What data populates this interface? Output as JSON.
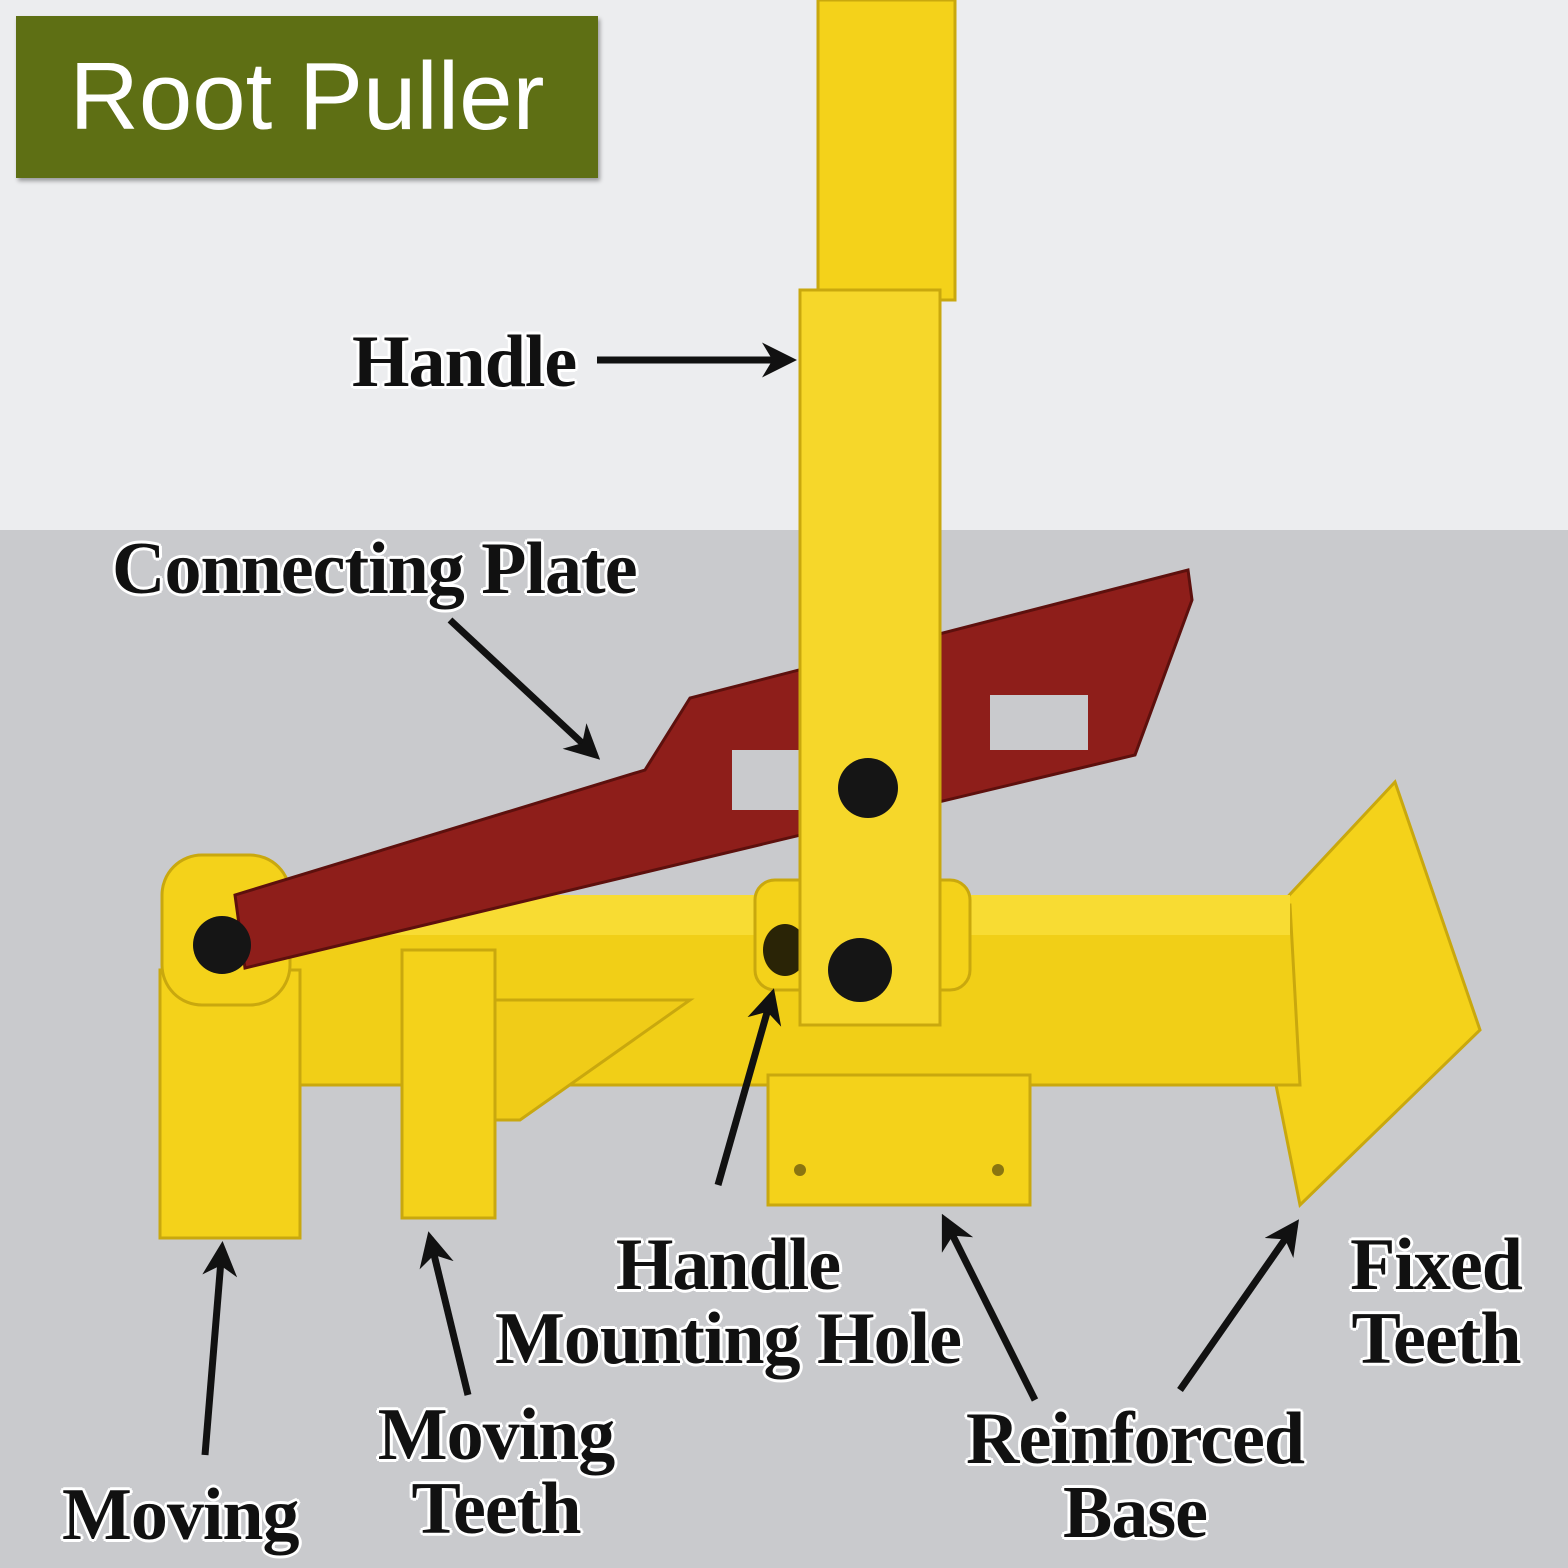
{
  "title": "Root Puller",
  "labels": {
    "handle": "Handle",
    "connecting_plate": "Connecting Plate",
    "handle_mounting_hole": [
      "Handle",
      "Mounting Hole"
    ],
    "fixed_teeth": [
      "Fixed",
      "Teeth"
    ],
    "moving": "Moving",
    "moving_teeth": [
      "Moving",
      "Teeth"
    ],
    "reinforced_base": [
      "Reinforced",
      "Base"
    ]
  },
  "colors": {
    "title_bg": "#5e6f14",
    "title_text": "#ffffff",
    "wall": "#ecedef",
    "floor": "#c9cacd",
    "tool_yellow": "#f4d21a",
    "tool_shadow": "#c9a80e",
    "plate_red": "#8e1e1a",
    "bolt": "#151515",
    "label_text": "#111111"
  }
}
